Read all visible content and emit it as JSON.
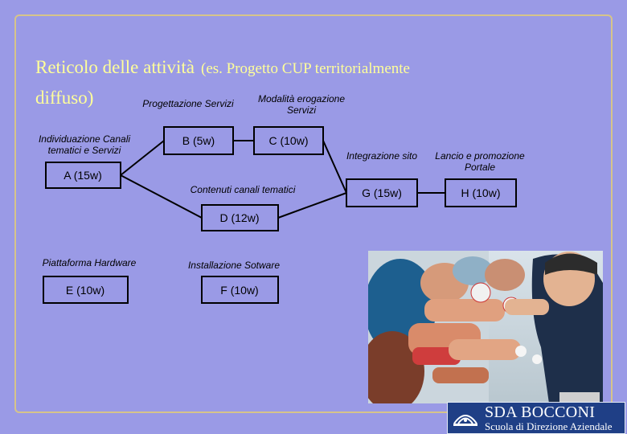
{
  "slide": {
    "title_main": "Reticolo delle attività",
    "title_sub": "(es. Progetto CUP territorialmente",
    "title_line2": "diffuso)"
  },
  "diagram": {
    "nodes": {
      "A": {
        "label": "A (15w)",
        "description": "Individuazione Canali tematici e Servizi"
      },
      "B": {
        "label": "B (5w)",
        "description": "Progettazione Servizi"
      },
      "C": {
        "label": "C (10w)",
        "description": "Modalità erogazione Servizi"
      },
      "D": {
        "label": "D (12w)",
        "description": "Contenuti canali tematici"
      },
      "E": {
        "label": "E (10w)",
        "description": "Piattaforma Hardware"
      },
      "F": {
        "label": "F (10w)",
        "description": "Installazione Sotware"
      },
      "G": {
        "label": "G (15w)",
        "description": "Integrazione sito"
      },
      "H": {
        "label": "H (10w)",
        "description": "Lancio e promozione Portale"
      }
    },
    "colors": {
      "node_fill": "#9a9ae6",
      "line": "#000000",
      "title": "#ffff99"
    }
  },
  "branding": {
    "logo_main": "SDA BOCCONI",
    "logo_sub": "Scuola di Direzione Aziendale"
  }
}
